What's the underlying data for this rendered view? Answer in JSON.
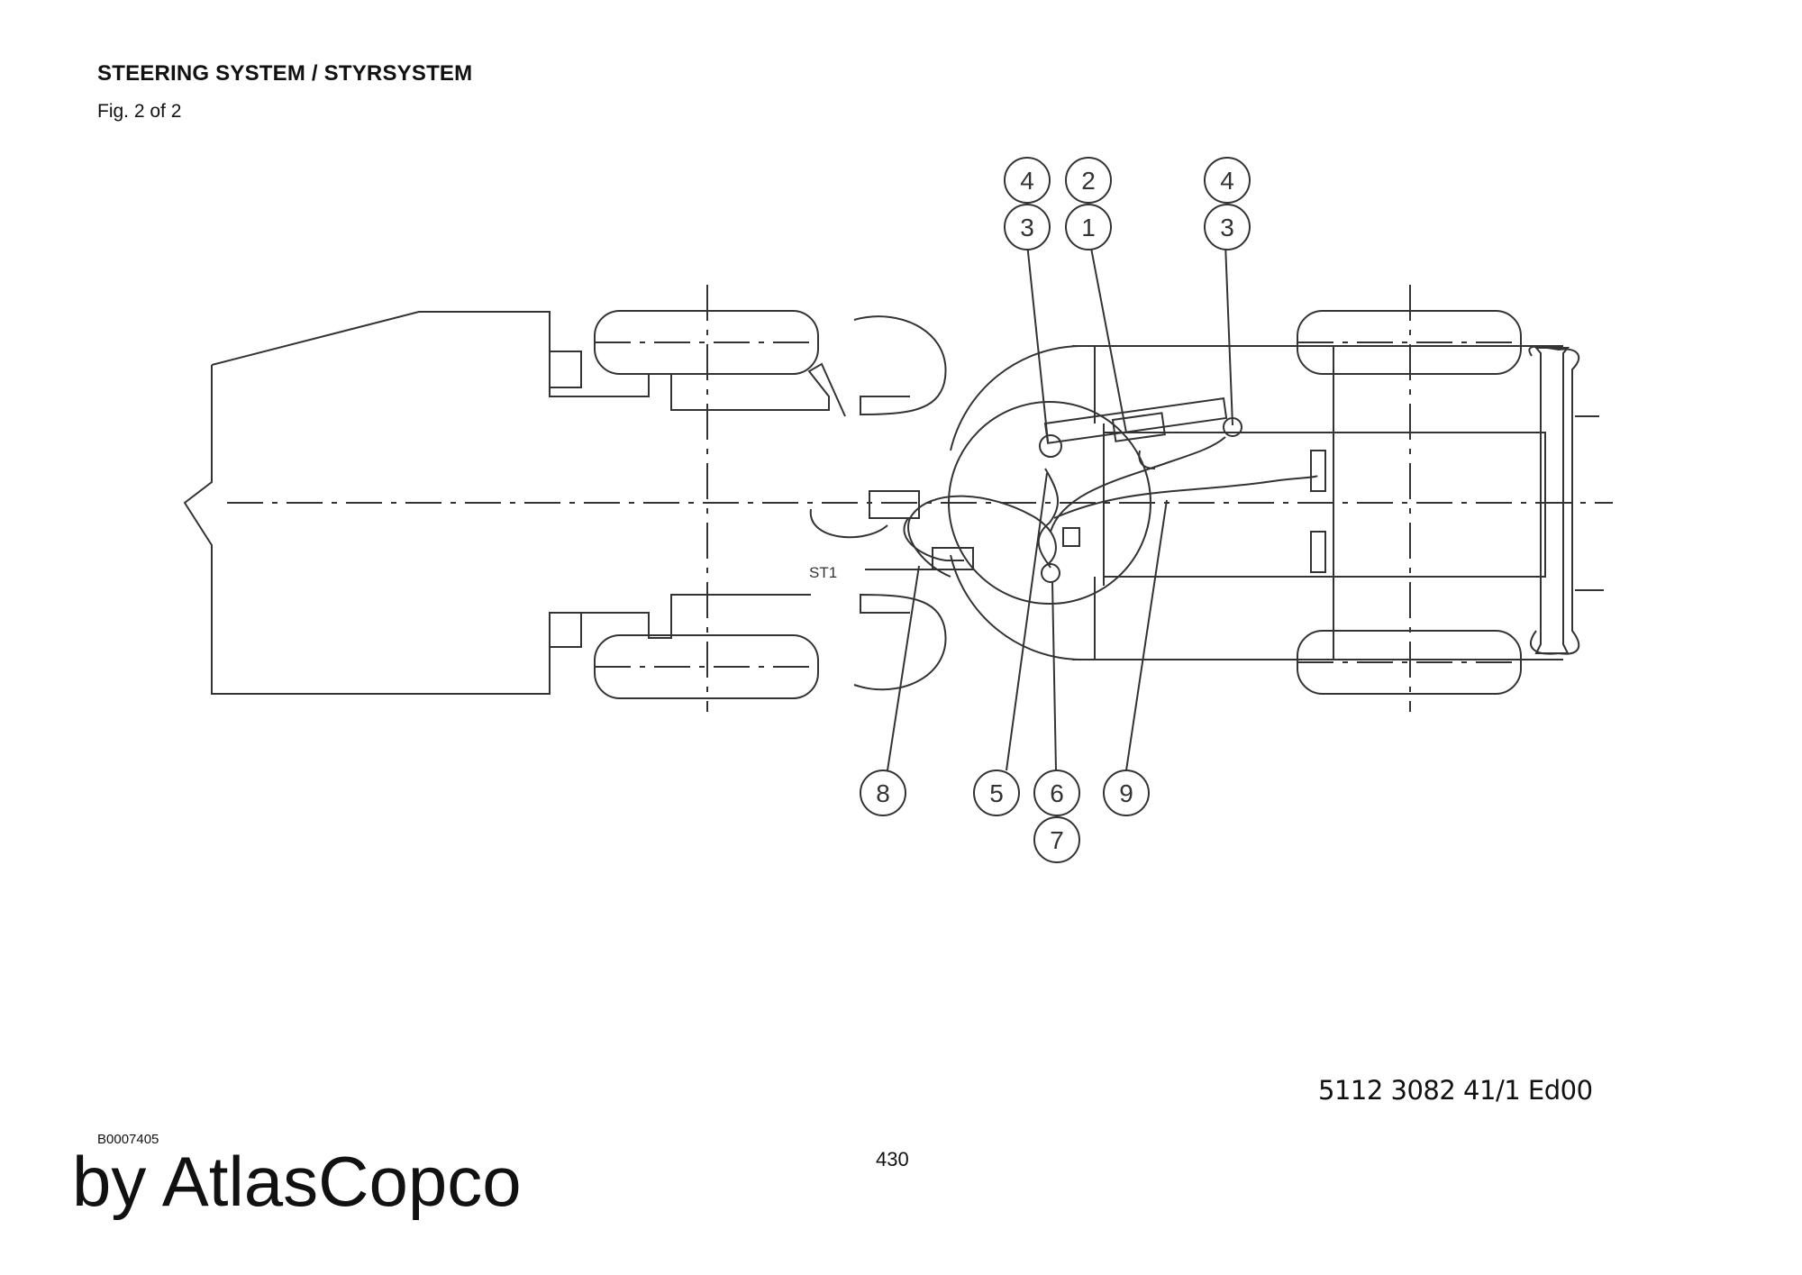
{
  "header": {
    "title": "STEERING SYSTEM / STYRSYSTEM",
    "subtitle": "Fig. 2 of 2"
  },
  "callouts": [
    {
      "id": "c-top-left-4",
      "label": "4"
    },
    {
      "id": "c-top-left-3",
      "label": "3"
    },
    {
      "id": "c-top-2",
      "label": "2"
    },
    {
      "id": "c-top-1",
      "label": "1"
    },
    {
      "id": "c-top-right-4",
      "label": "4"
    },
    {
      "id": "c-top-right-3",
      "label": "3"
    },
    {
      "id": "c-bottom-8",
      "label": "8"
    },
    {
      "id": "c-bottom-5",
      "label": "5"
    },
    {
      "id": "c-bottom-6",
      "label": "6"
    },
    {
      "id": "c-bottom-7",
      "label": "7"
    },
    {
      "id": "c-bottom-9",
      "label": "9"
    }
  ],
  "drawing_labels": {
    "st1": "ST1"
  },
  "footer": {
    "doc_number": "5112 3082 41/1  Ed00",
    "code": "B0007405",
    "page": "430",
    "brand": "by AtlasCopco"
  }
}
